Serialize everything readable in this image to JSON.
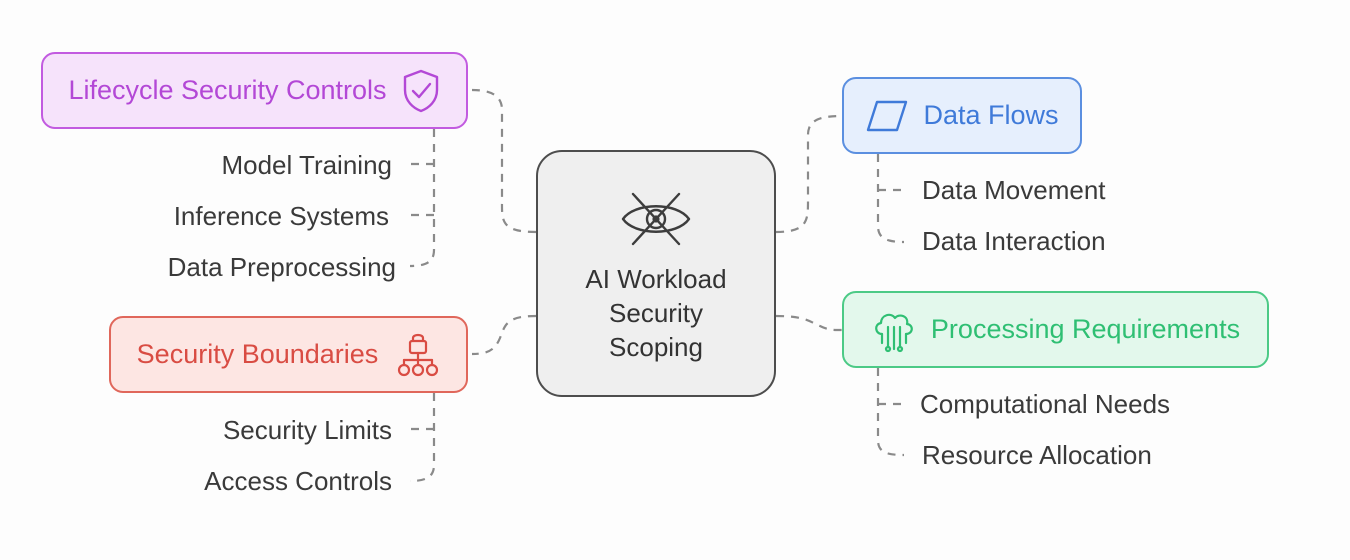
{
  "center": {
    "title": "AI Workload Security Scoping",
    "icon": "eye-crossed-icon"
  },
  "branches": {
    "lifecycle": {
      "title": "Lifecycle Security Controls",
      "icon": "shield-check-icon",
      "color": "#b348d6",
      "children": [
        "Model Training",
        "Inference Systems",
        "Data Preprocessing"
      ]
    },
    "boundaries": {
      "title": "Security Boundaries",
      "icon": "network-lock-icon",
      "color": "#d94c43",
      "children": [
        "Security Limits",
        "Access Controls"
      ]
    },
    "dataflows": {
      "title": "Data Flows",
      "icon": "parallelogram-icon",
      "color": "#3f7ad9",
      "children": [
        "Data Movement",
        "Data Interaction"
      ]
    },
    "processing": {
      "title": "Processing Requirements",
      "icon": "cloud-circuit-icon",
      "color": "#2fbf73",
      "children": [
        "Computational Needs",
        "Resource Allocation"
      ]
    }
  }
}
